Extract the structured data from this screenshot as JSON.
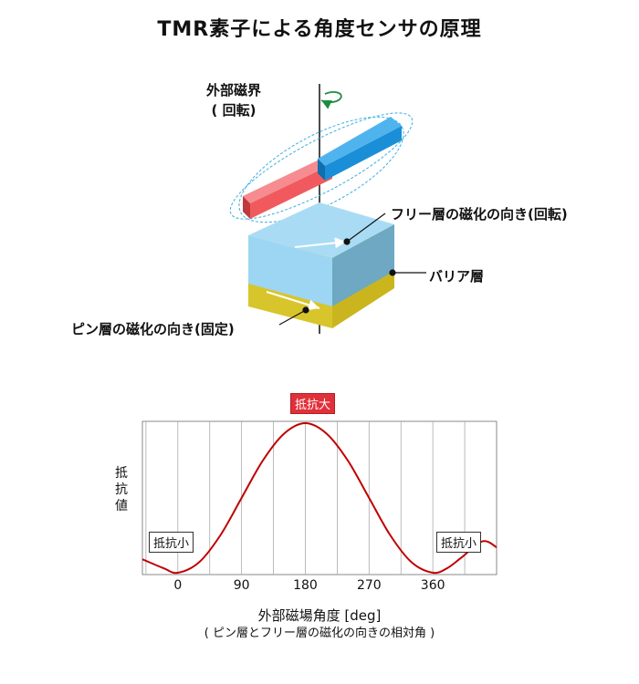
{
  "title": "TMR素子による角度センサの原理",
  "labels": {
    "external_field_line1": "外部磁界",
    "external_field_line2": "( 回転)",
    "free_layer": "フリー層の磁化の向き(回転)",
    "barrier_layer": "バリア層",
    "pin_layer": "ピン層の磁化の向き(固定)"
  },
  "colors": {
    "magnet_red": "#f05a5e",
    "magnet_blue": "#1a8fd8",
    "free_layer": "#9dd6f2",
    "barrier_layer": "#5d7b8c",
    "pin_layer": "#e3d13b",
    "curve": "#c00000",
    "rotation_arrow": "#1d8c3e"
  },
  "chart_data": {
    "type": "line",
    "title": "",
    "xlabel": "外部磁場角度 [deg]",
    "xlabel_sub": "( ピン層とフリー層の磁化の向きの相対角 )",
    "ylabel": "抵抗値",
    "xlim": [
      -50,
      450
    ],
    "ticks": [
      "0",
      "90",
      "180",
      "270",
      "360"
    ],
    "series": [
      {
        "x": [
          -50,
          -20,
          0,
          30,
          60,
          90,
          120,
          150,
          180,
          210,
          240,
          270,
          300,
          330,
          360,
          380,
          400,
          430,
          450
        ],
        "y": [
          0.09,
          0.03,
          0.0,
          0.07,
          0.25,
          0.5,
          0.75,
          0.93,
          1.0,
          0.93,
          0.75,
          0.5,
          0.25,
          0.07,
          0.0,
          0.03,
          0.1,
          0.21,
          0.17
        ]
      }
    ],
    "annotations": {
      "high": "抵抗大",
      "low": "抵抗小"
    },
    "grid": true
  }
}
